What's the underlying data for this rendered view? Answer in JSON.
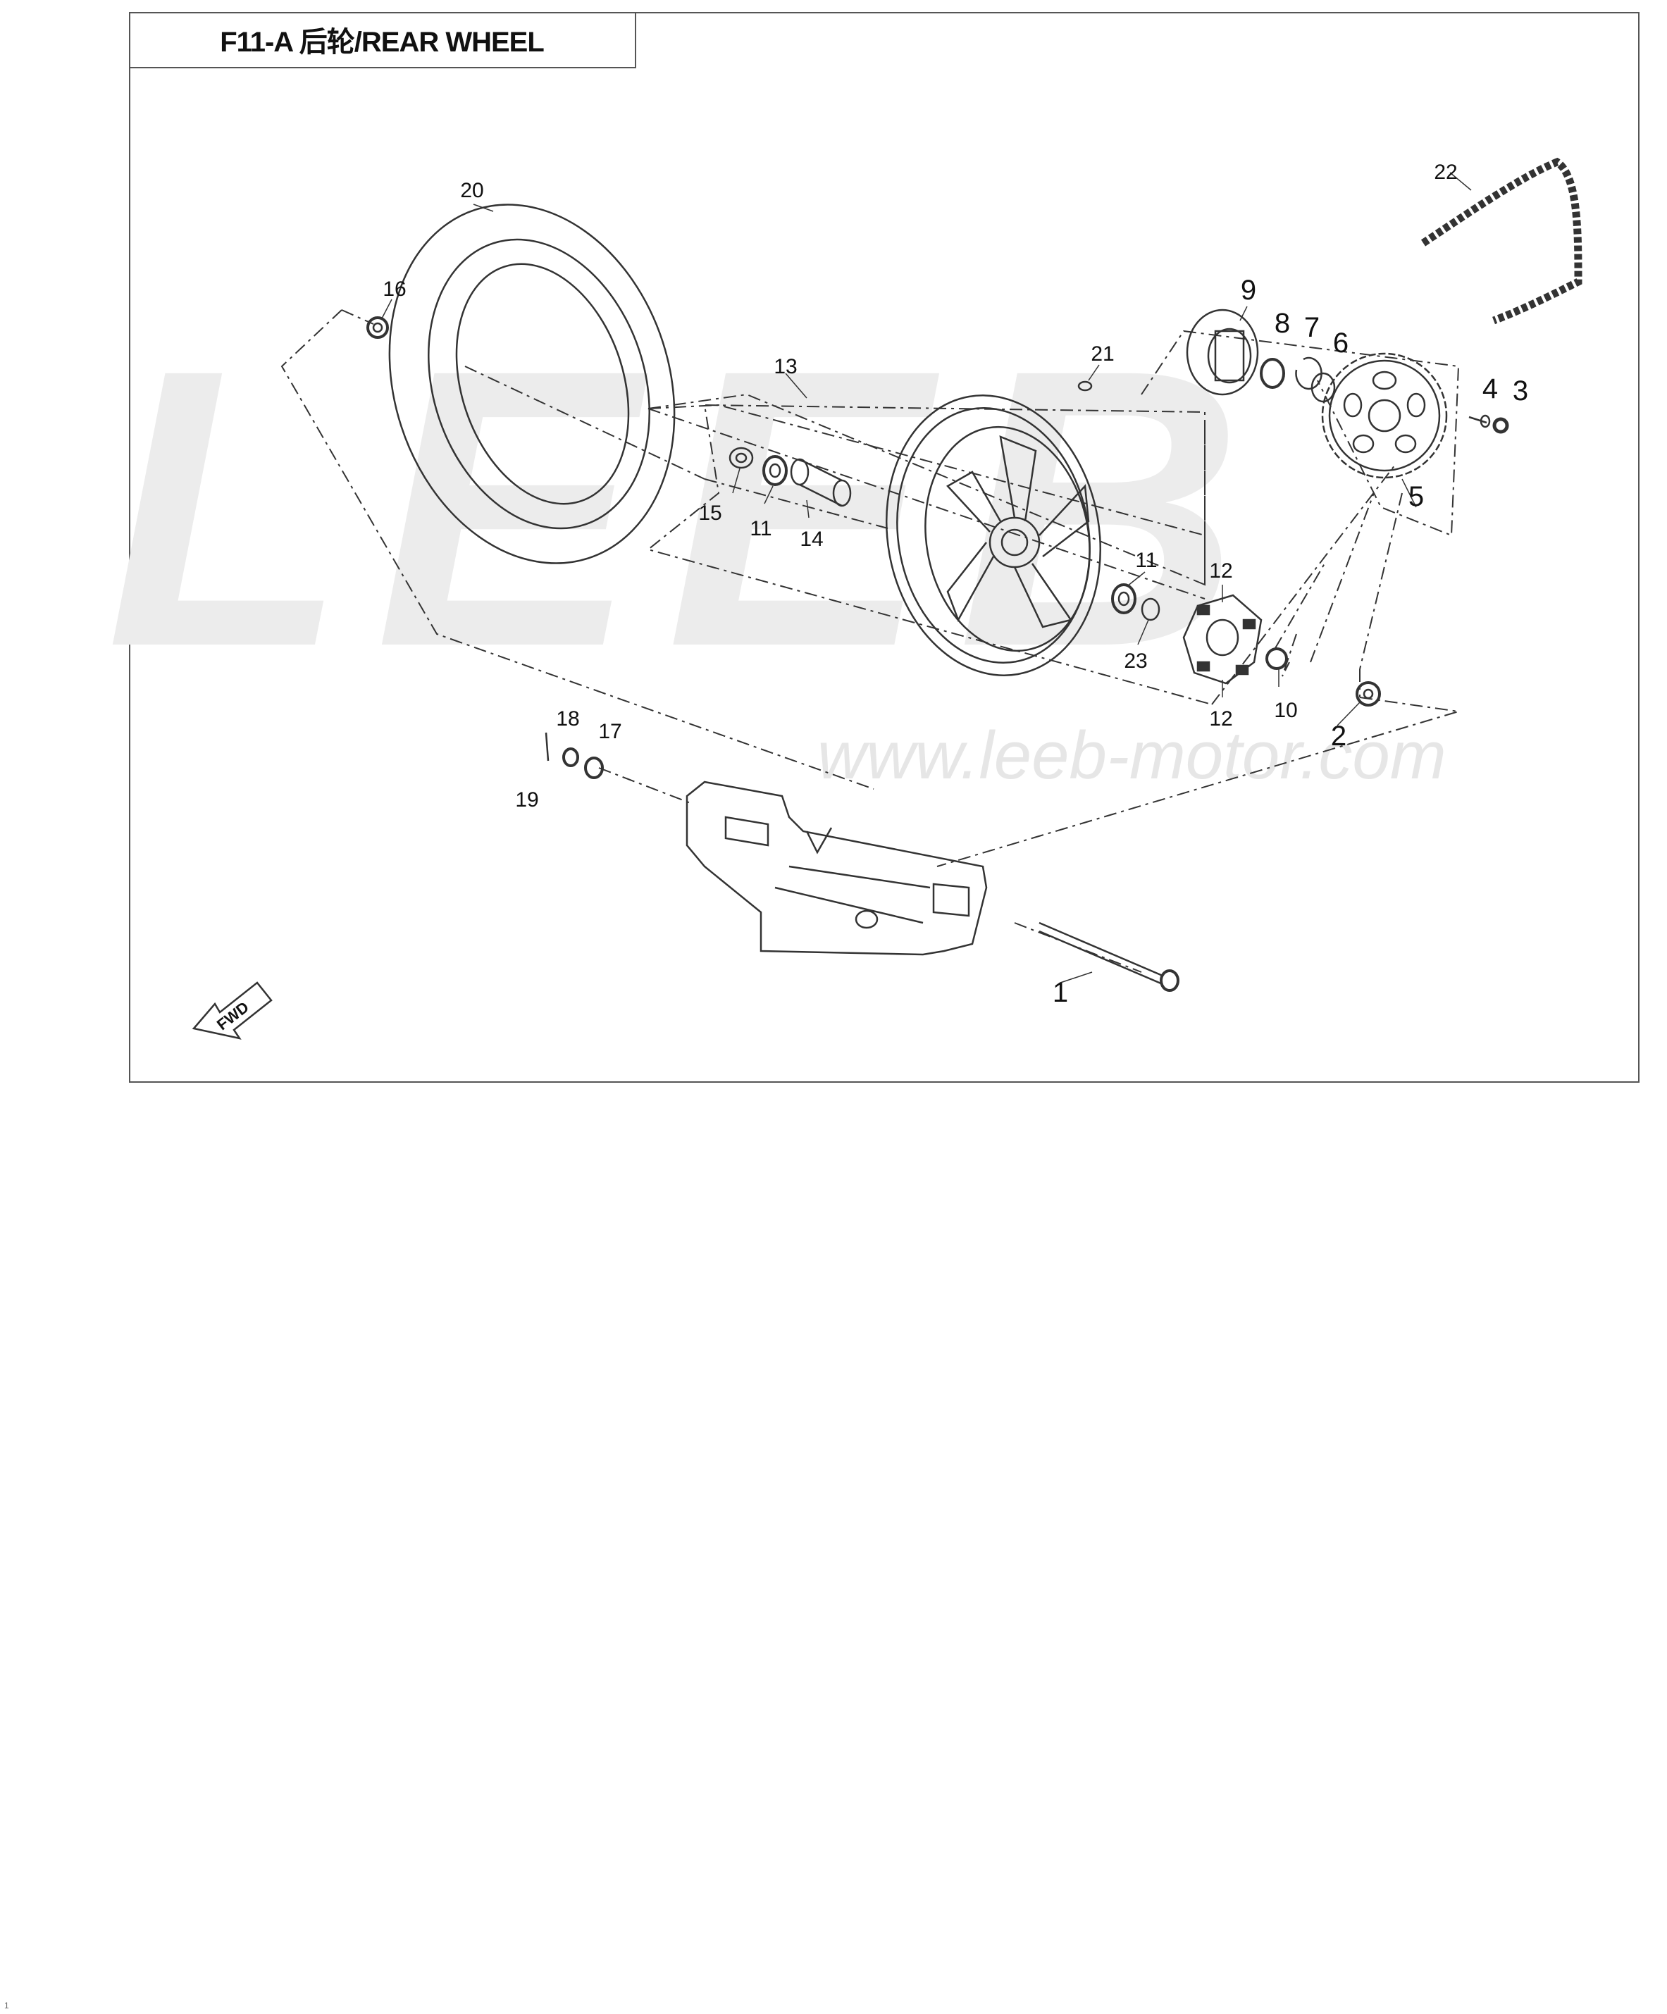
{
  "title": "F11-A  后轮/REAR WHEEL",
  "watermark": {
    "brand": "LEEB",
    "url": "www.leeb-motor.com"
  },
  "page_number": "1",
  "fwd_label": "FWD",
  "callouts": {
    "c1": "1",
    "c2": "2",
    "c3": "3",
    "c4": "4",
    "c5": "5",
    "c6": "6",
    "c7": "7",
    "c8": "8",
    "c9": "9",
    "c10": "10",
    "c11a": "11",
    "c11b": "11",
    "c12a": "12",
    "c12b": "12",
    "c13": "13",
    "c14": "14",
    "c15": "15",
    "c16": "16",
    "c17": "17",
    "c18": "18",
    "c19": "19",
    "c20": "20",
    "c21": "21",
    "c22": "22",
    "c23": "23"
  }
}
